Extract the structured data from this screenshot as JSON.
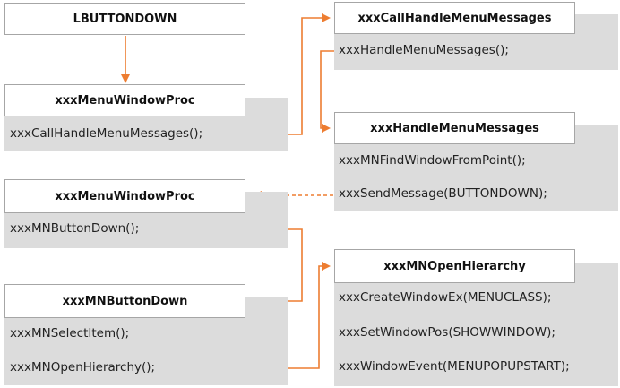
{
  "blocks": [
    {
      "id": "lbuttondown",
      "title": "LBUTTONDOWN",
      "lines": []
    },
    {
      "id": "menu-proc-1",
      "title": "xxxMenuWindowProc",
      "lines": [
        "xxxCallHandleMenuMessages();"
      ]
    },
    {
      "id": "call-handle",
      "title": "xxxCallHandleMenuMessages",
      "lines": [
        "xxxHandleMenuMessages();"
      ]
    },
    {
      "id": "handle-msgs",
      "title": "xxxHandleMenuMessages",
      "lines": [
        "xxxMNFindWindowFromPoint();",
        "xxxSendMessage(BUTTONDOWN);"
      ]
    },
    {
      "id": "menu-proc-2",
      "title": "xxxMenuWindowProc",
      "lines": [
        "xxxMNButtonDown();"
      ]
    },
    {
      "id": "button-down",
      "title": "xxxMNButtonDown",
      "lines": [
        "xxxMNSelectItem();",
        "xxxMNOpenHierarchy();"
      ]
    },
    {
      "id": "open-hierarchy",
      "title": "xxxMNOpenHierarchy",
      "lines": [
        "xxxCreateWindowEx(MENUCLASS);",
        "xxxSetWindowPos(SHOWWINDOW);",
        "xxxWindowEvent(MENUPOPUPSTART);"
      ]
    }
  ],
  "colors": {
    "connector": "#ed7d31",
    "body": "#dcdcdc",
    "border": "#a6a6a6"
  }
}
